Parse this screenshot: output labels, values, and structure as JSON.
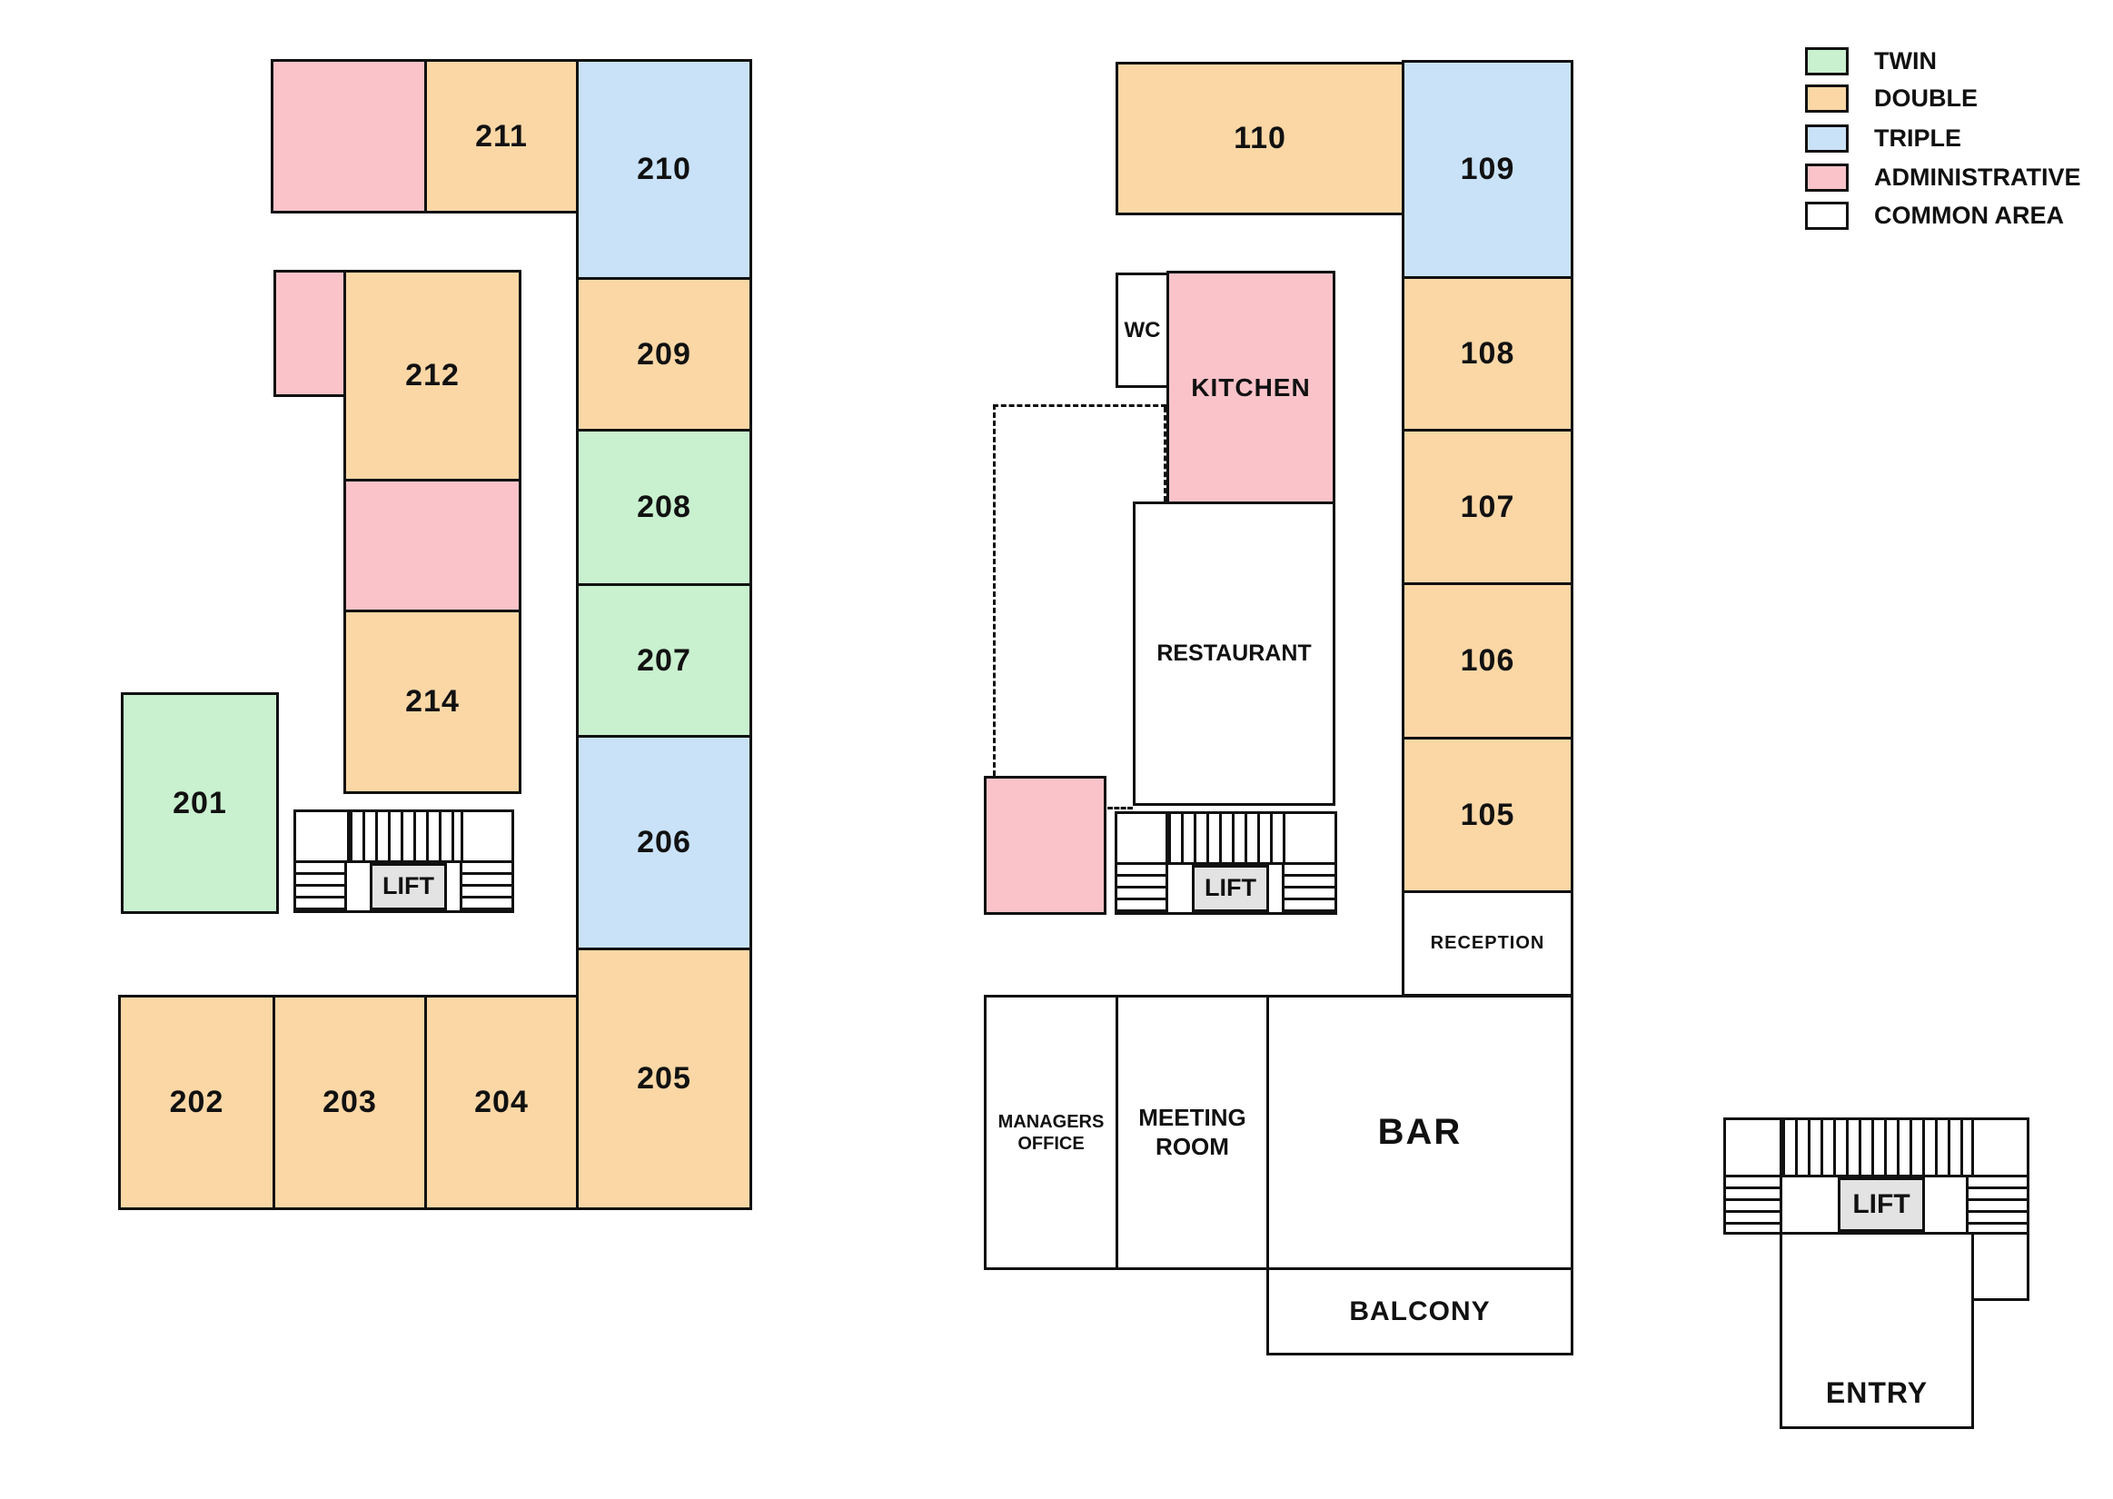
{
  "legend": {
    "items": [
      {
        "label": "TWIN",
        "type": "twin",
        "color": "#c9f0cf"
      },
      {
        "label": "DOUBLE",
        "type": "double",
        "color": "#fbd7a6"
      },
      {
        "label": "TRIPLE",
        "type": "triple",
        "color": "#c9e2f8"
      },
      {
        "label": "ADMINISTRATIVE",
        "type": "administrative",
        "color": "#f9c3c9"
      },
      {
        "label": "COMMON AREA",
        "type": "common",
        "color": "#ffffff"
      }
    ]
  },
  "colors": {
    "twin": "#c9f0cf",
    "double": "#fbd7a6",
    "triple": "#c9e2f8",
    "administrative": "#f9c3c9",
    "common": "#ffffff",
    "lift_fill": "#e3e3e3",
    "outline": "#111111"
  },
  "floor2": {
    "rooms": {
      "r201": "201",
      "r202": "202",
      "r203": "203",
      "r204": "204",
      "r205": "205",
      "r206": "206",
      "r207": "207",
      "r208": "208",
      "r209": "209",
      "r210": "210",
      "r211": "211",
      "r212": "212",
      "r214": "214"
    },
    "lift": "LIFT"
  },
  "floor1": {
    "rooms": {
      "r105": "105",
      "r106": "106",
      "r107": "107",
      "r108": "108",
      "r109": "109",
      "r110": "110"
    },
    "wc": "WC",
    "kitchen": "KITCHEN",
    "restaurant": "RESTAURANT",
    "reception": "RECEPTION",
    "managers_office": "MANAGERS OFFICE",
    "meeting_room": "MEETING ROOM",
    "bar": "BAR",
    "balcony": "BALCONY",
    "lift": "LIFT"
  },
  "entry": {
    "lift": "LIFT",
    "entry": "ENTRY"
  }
}
